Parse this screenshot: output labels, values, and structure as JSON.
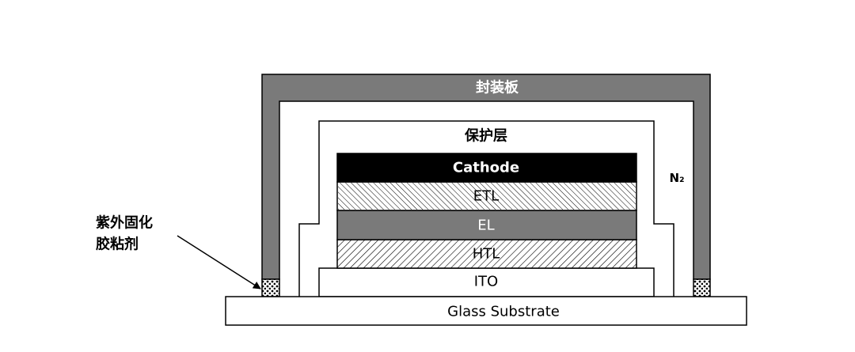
{
  "diagram": {
    "title": "OLED device encapsulation cross-section",
    "labels": {
      "cover_plate": "封装板",
      "protective_layer": "保护层",
      "cathode": "Cathode",
      "etl": "ETL",
      "el": "EL",
      "htl": "HTL",
      "ito": "ITO",
      "glass_substrate": "Glass Substrate",
      "n2": "N₂",
      "uv_adhesive_line1": "紫外固化",
      "uv_adhesive_line2": "胶粘剂"
    },
    "colors": {
      "cover_plate": "#7a7a7a",
      "cathode": "#000000",
      "el": "#7a7a7a",
      "outline": "#000000",
      "background": "#ffffff"
    }
  }
}
